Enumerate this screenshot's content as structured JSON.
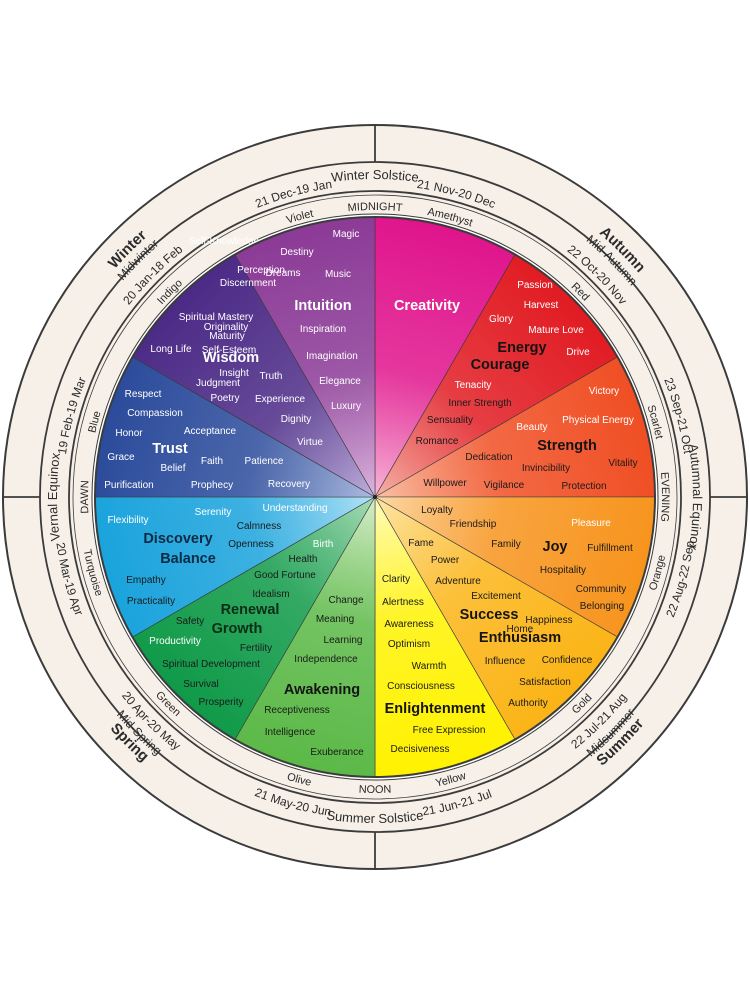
{
  "seasons": [
    {
      "name": "Winter",
      "mid": "Midwinter",
      "dates": "20 Jan-18 Feb"
    },
    {
      "name": "Autumn",
      "mid": "Mid-Autumn",
      "dates": "22 Oct-20 Nov"
    },
    {
      "name": "Summer",
      "mid": "Midsummer",
      "dates": "22 Jul-21 Aug"
    },
    {
      "name": "Spring",
      "mid": "Mid-Spring",
      "dates": "20 Apr-20 May"
    }
  ],
  "markers": [
    {
      "label": "Winter Solstice"
    },
    {
      "label": "Autumnal Equinox"
    },
    {
      "label": "Summer Solstice"
    },
    {
      "label": "Vernal Equinox"
    }
  ],
  "times": [
    {
      "label": "MIDNIGHT"
    },
    {
      "label": "EVENING"
    },
    {
      "label": "NOON"
    },
    {
      "label": "DAWN"
    }
  ],
  "sectors": [
    {
      "color_name": "Amethyst",
      "dates": "21 Nov-20 Dec",
      "fill_outer": "#e0148c",
      "fill_inner": "#f7b8d8",
      "titles": [
        "Creativity"
      ],
      "words": [
        "Self-Knowledge",
        "Perception",
        "Discernment",
        "Originality",
        "Self-Esteem",
        "Insight",
        "Poetry"
      ]
    },
    {
      "color_name": "Red",
      "dates": "22 Oct-20 Nov",
      "fill_outer": "#e11b22",
      "fill_inner": "#f5b5a8",
      "titles": [
        "Energy",
        "Courage"
      ],
      "words": [
        "Passion",
        "Harvest",
        "Glory",
        "Mature Love",
        "Drive",
        "Tenacity",
        "Inner Strength",
        "Sensuality",
        "Romance"
      ]
    },
    {
      "color_name": "Scarlet",
      "dates": "23 Sep-21 Oct",
      "fill_outer": "#f04e23",
      "fill_inner": "#f9c2a8",
      "titles": [
        "Strength"
      ],
      "words": [
        "Victory",
        "Physical Energy",
        "Beauty",
        "Vitality",
        "Dedication",
        "Invincibility",
        "Willpower",
        "Vigilance",
        "Protection"
      ]
    },
    {
      "color_name": "Orange",
      "dates": "22 Aug-22 Sep",
      "fill_outer": "#f7941d",
      "fill_inner": "#fcd9a8",
      "titles": [
        "Joy"
      ],
      "words": [
        "Loyalty",
        "Friendship",
        "Pleasure",
        "Family",
        "Fulfillment",
        "Hospitality",
        "Community",
        "Belonging",
        "Home"
      ]
    },
    {
      "color_name": "Gold",
      "dates": "22 Jul-21 Aug",
      "fill_outer": "#fbb416",
      "fill_inner": "#fde6a8",
      "titles": [
        "Success",
        "Enthusiasm"
      ],
      "words": [
        "Fame",
        "Power",
        "Adventure",
        "Excitement",
        "Happiness",
        "Influence",
        "Confidence",
        "Satisfaction",
        "Authority"
      ]
    },
    {
      "color_name": "Yellow",
      "dates": "21 Jun-21 Jul",
      "fill_outer": "#fff200",
      "fill_inner": "#fffbc0",
      "titles": [
        "Enlightenment"
      ],
      "words": [
        "Clarity",
        "Alertness",
        "Awareness",
        "Optimism",
        "Warmth",
        "Consciousness",
        "Free Expression",
        "Decisiveness"
      ]
    },
    {
      "color_name": "Olive",
      "dates": "21 May-20 Jun",
      "fill_outer": "#5bb947",
      "fill_inner": "#d9eecb",
      "titles": [
        "Awakening"
      ],
      "words": [
        "Change",
        "Meaning",
        "Learning",
        "Independence",
        "Receptiveness",
        "Intelligence",
        "Exuberance"
      ]
    },
    {
      "color_name": "Green",
      "dates": "20 Apr-20 May",
      "fill_outer": "#0f9a48",
      "fill_inner": "#a9dcb7",
      "titles": [
        "Renewal",
        "Growth"
      ],
      "words": [
        "Birth",
        "Health",
        "Good Fortune",
        "Idealism",
        "Safety",
        "Productivity",
        "Fertility",
        "Spiritual Development",
        "Survival",
        "Prosperity"
      ]
    },
    {
      "color_name": "Turquoise",
      "dates": "20 Mar-19 Apr",
      "fill_outer": "#1aa3dc",
      "fill_inner": "#b4e3f7",
      "titles": [
        "Discovery",
        "Balance"
      ],
      "words": [
        "Serenity",
        "Understanding",
        "Flexibility",
        "Calmness",
        "Openness",
        "Empathy",
        "Practicality"
      ]
    },
    {
      "color_name": "Blue",
      "dates": "19 Feb-19 Mar",
      "fill_outer": "#2b4b9b",
      "fill_inner": "#aebce0",
      "titles": [
        "Trust"
      ],
      "words": [
        "Respect",
        "Compassion",
        "Honor",
        "Acceptance",
        "Grace",
        "Belief",
        "Faith",
        "Patience",
        "Purification",
        "Prophecy",
        "Recovery"
      ]
    },
    {
      "color_name": "Indigo",
      "dates": "20 Jan-18 Feb",
      "fill_outer": "#4b2a86",
      "fill_inner": "#bfb0dc",
      "titles": [
        "Wisdom"
      ],
      "words": [
        "Spiritual Mastery",
        "Maturity",
        "Long Life",
        "Judgment",
        "Truth",
        "Experience",
        "Dignity",
        "Virtue"
      ]
    },
    {
      "color_name": "Violet",
      "dates": "21 Dec-19 Jan",
      "fill_outer": "#8b3a96",
      "fill_inner": "#dcb6de",
      "titles": [
        "Intuition"
      ],
      "words": [
        "Magic",
        "Destiny",
        "Dreams",
        "Music",
        "Inspiration",
        "Imagination",
        "Elegance",
        "Luxury"
      ]
    }
  ]
}
